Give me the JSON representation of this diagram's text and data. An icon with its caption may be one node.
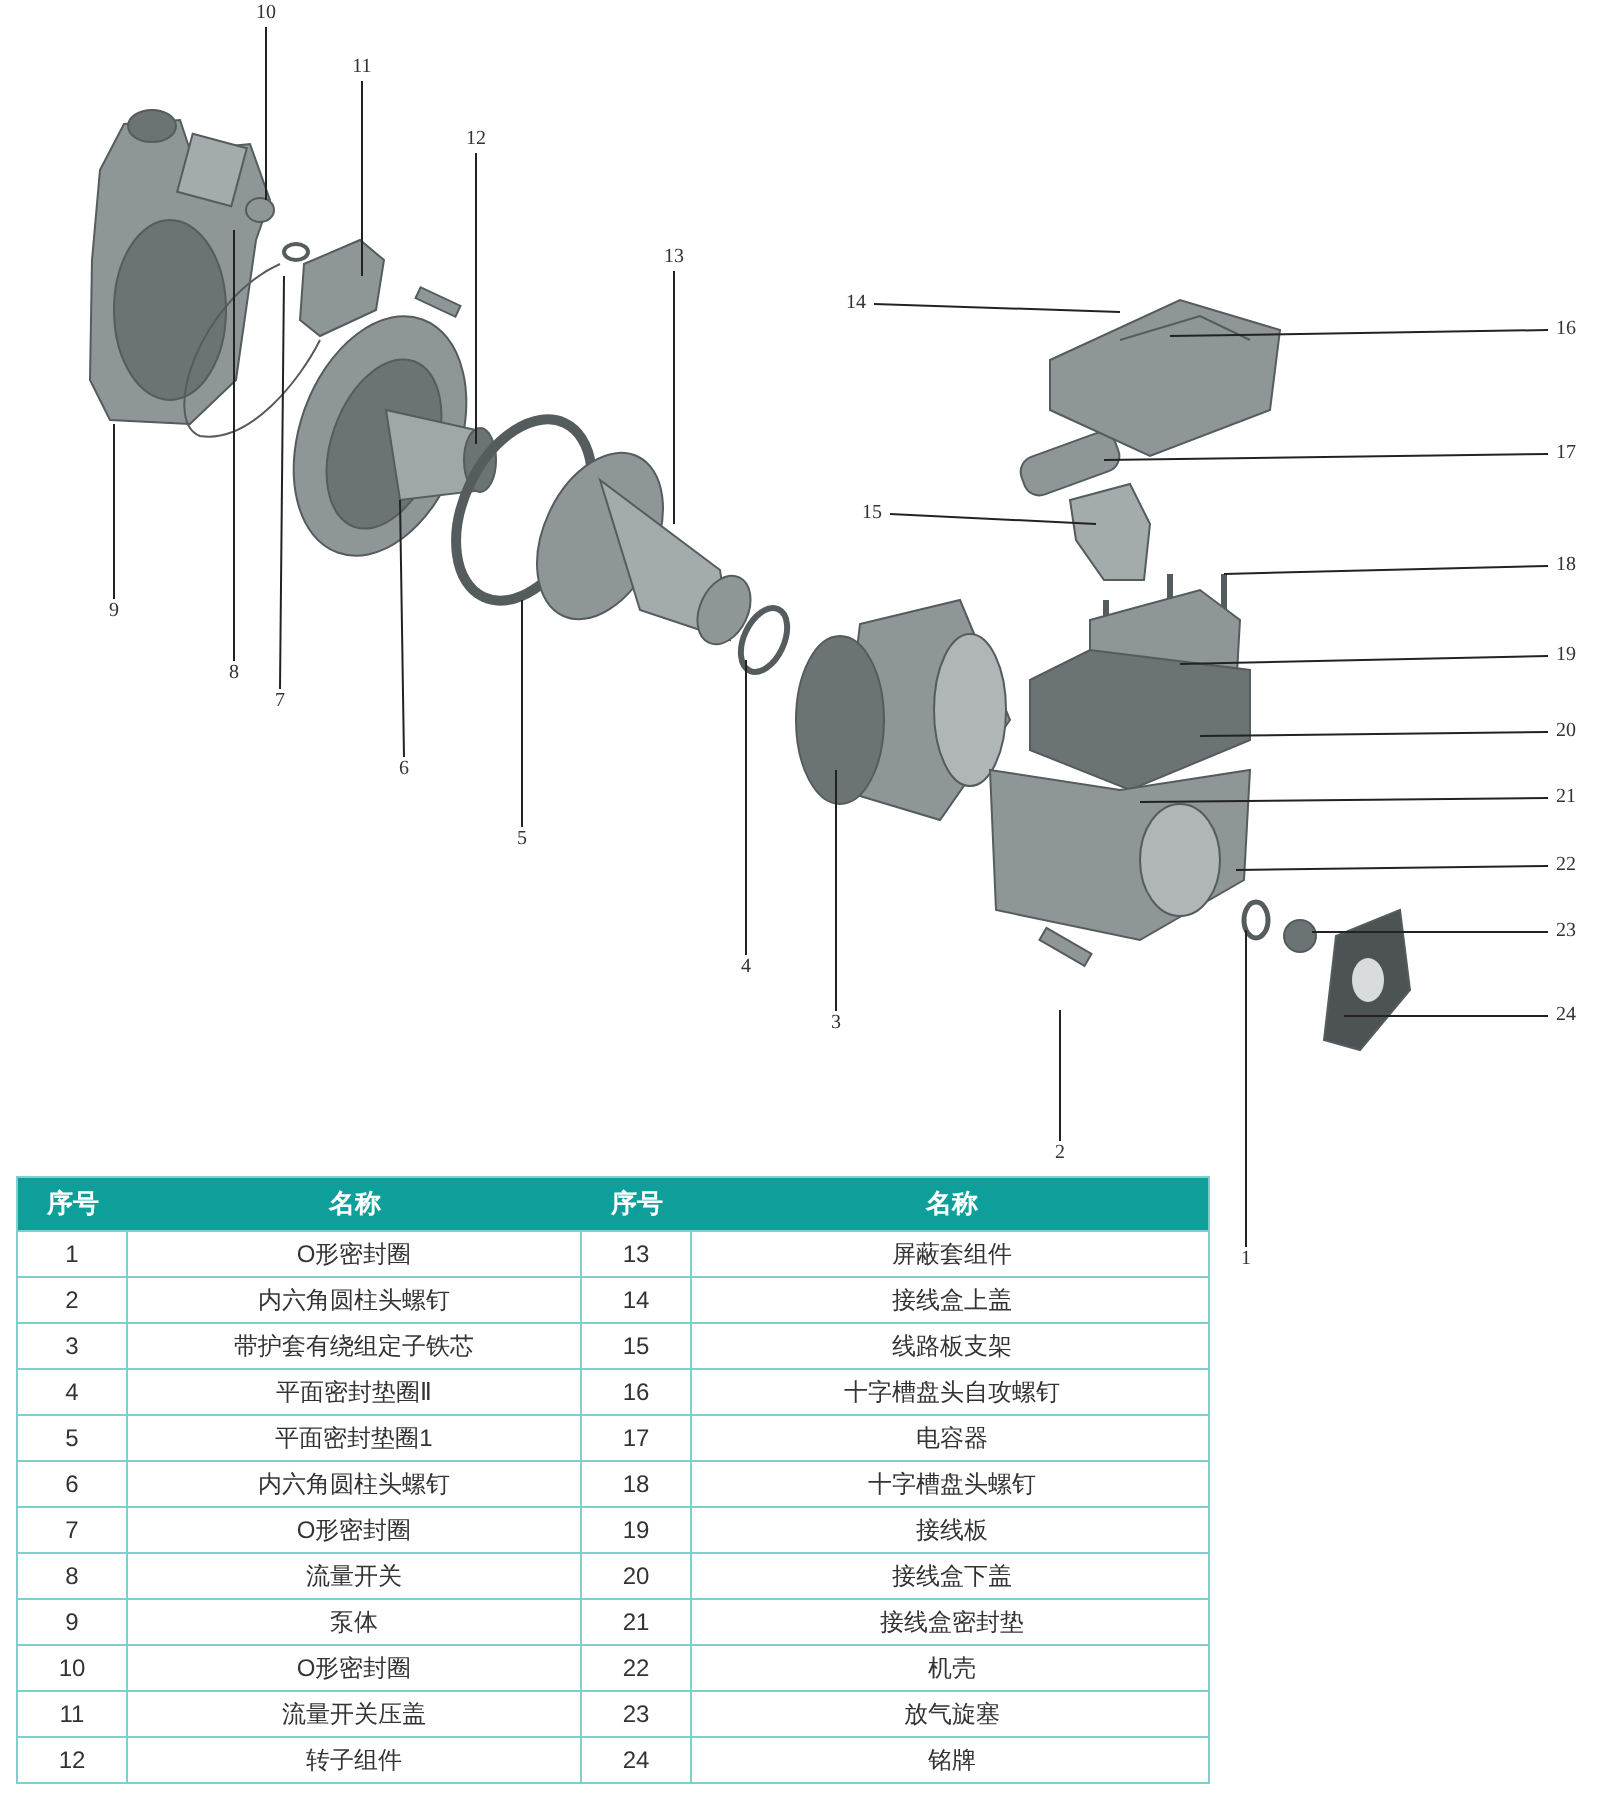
{
  "diagram": {
    "nodes": [
      {
        "text": [
          "1"
        ]
      },
      {
        "text": [
          "2"
        ]
      },
      {
        "text": [
          "3"
        ]
      },
      {
        "text": [
          "4"
        ]
      },
      {
        "text": [
          "5"
        ]
      },
      {
        "text": [
          "6"
        ]
      },
      {
        "text": [
          "7"
        ]
      },
      {
        "text": [
          "8"
        ]
      },
      {
        "text": [
          "9"
        ]
      },
      {
        "text": [
          "10"
        ]
      },
      {
        "text": [
          "11"
        ]
      },
      {
        "text": [
          "12"
        ]
      },
      {
        "text": [
          "13"
        ]
      },
      {
        "text": [
          "14"
        ]
      },
      {
        "text": [
          "15"
        ]
      },
      {
        "text": [
          "16"
        ]
      },
      {
        "text": [
          "17"
        ]
      },
      {
        "text": [
          "18"
        ]
      },
      {
        "text": [
          "19"
        ]
      },
      {
        "text": [
          "20"
        ]
      },
      {
        "text": [
          "21"
        ]
      },
      {
        "text": [
          "22"
        ]
      },
      {
        "text": [
          "23"
        ]
      },
      {
        "text": [
          "24"
        ]
      }
    ],
    "edges": [
      {
        "from": 0,
        "to": null,
        "arrow": "none"
      },
      {
        "from": 1,
        "to": null,
        "arrow": "none"
      },
      {
        "from": 2,
        "to": null,
        "arrow": "none"
      },
      {
        "from": 3,
        "to": null,
        "arrow": "none"
      },
      {
        "from": 4,
        "to": null,
        "arrow": "none"
      },
      {
        "from": 5,
        "to": null,
        "arrow": "none"
      },
      {
        "from": 6,
        "to": null,
        "arrow": "none"
      },
      {
        "from": 7,
        "to": null,
        "arrow": "none"
      },
      {
        "from": 8,
        "to": null,
        "arrow": "none"
      },
      {
        "from": 9,
        "to": null,
        "arrow": "none"
      },
      {
        "from": 10,
        "to": null,
        "arrow": "none"
      },
      {
        "from": 11,
        "to": null,
        "arrow": "none"
      },
      {
        "from": 12,
        "to": null,
        "arrow": "none"
      },
      {
        "from": 13,
        "to": null,
        "arrow": "none"
      },
      {
        "from": 14,
        "to": null,
        "arrow": "none"
      },
      {
        "from": 15,
        "to": null,
        "arrow": "none"
      },
      {
        "from": 16,
        "to": null,
        "arrow": "none"
      },
      {
        "from": 17,
        "to": null,
        "arrow": "none"
      },
      {
        "from": 18,
        "to": null,
        "arrow": "none"
      },
      {
        "from": 19,
        "to": null,
        "arrow": "none"
      },
      {
        "from": 20,
        "to": null,
        "arrow": "none"
      },
      {
        "from": 21,
        "to": null,
        "arrow": "none"
      },
      {
        "from": 22,
        "to": null,
        "arrow": "none"
      },
      {
        "from": 23,
        "to": null,
        "arrow": "none"
      }
    ],
    "labels": [
      "序号",
      "名称",
      "序号",
      "名称",
      "1",
      "O形密封圈",
      "13",
      "屏蔽套组件",
      "2",
      "内六角圆柱头螺钉",
      "14",
      "接线盒上盖",
      "3",
      "带护套有绕组定子铁芯",
      "15",
      "线路板支架",
      "4",
      "平面密封垫圈Ⅱ",
      "16",
      "十字槽盘头自攻螺钉",
      "5",
      "平面密封垫圈1",
      "17",
      "电容器",
      "6",
      "内六角圆柱头螺钉",
      "18",
      "十字槽盘头螺钉",
      "7",
      "O形密封圈",
      "19",
      "接线板",
      "8",
      "流量开关",
      "20",
      "接线盒下盖",
      "9",
      "泵体",
      "21",
      "接线盒密封垫",
      "10",
      "O形密封圈",
      "22",
      "机壳",
      "11",
      "流量开关压盖",
      "23",
      "放气旋塞",
      "12",
      "转子组件",
      "24",
      "铭牌"
    ]
  }
}
